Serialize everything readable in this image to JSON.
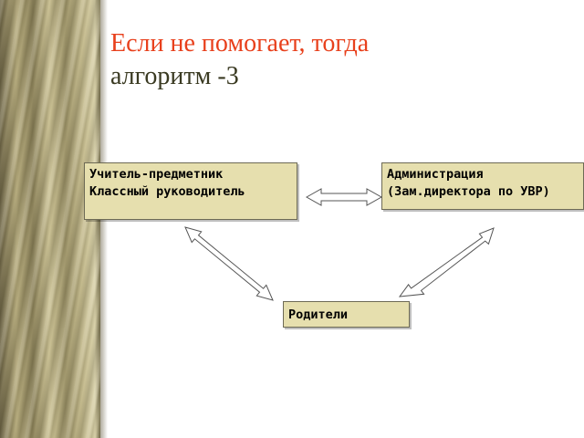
{
  "title": {
    "line1": "Если не помогает, тогда",
    "line2": "алгоритм -3"
  },
  "nodes": {
    "teacher": {
      "line1": "Учитель-предметник",
      "line2": "Классный руководитель"
    },
    "administration": {
      "line1": "Администрация",
      "line2": "(Зам.директора по УВР)"
    },
    "parents": {
      "line1": "Родители"
    }
  },
  "connections": [
    {
      "from": "teacher",
      "to": "administration",
      "type": "double-arrow"
    },
    {
      "from": "teacher",
      "to": "parents",
      "type": "double-arrow"
    },
    {
      "from": "administration",
      "to": "parents",
      "type": "double-arrow"
    }
  ],
  "colors": {
    "title_line1": "#e8401c",
    "title_line2": "#3a3a22",
    "box_fill": "#e6dfae"
  }
}
